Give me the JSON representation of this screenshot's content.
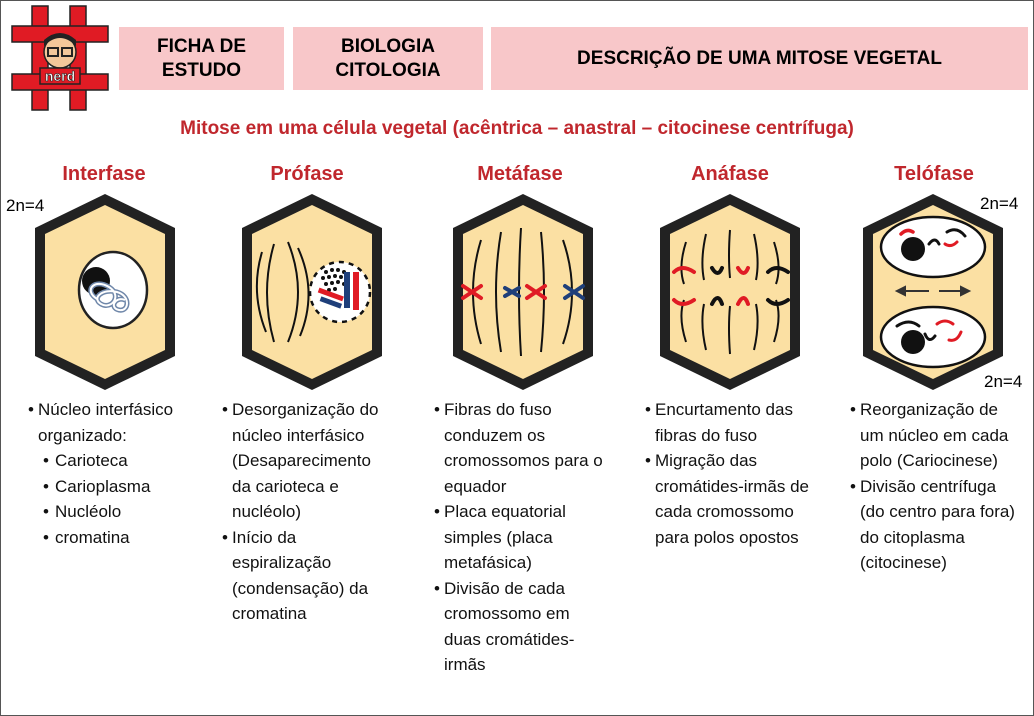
{
  "header": {
    "box1": [
      "FICHA DE",
      "ESTUDO"
    ],
    "box2": [
      "BIOLOGIA",
      "CITOLOGIA"
    ],
    "box3": "DESCRIÇÃO DE UMA MITOSE VEGETAL"
  },
  "logo": {
    "text": "nerd"
  },
  "subtitle": "Mitose em uma célula vegetal (acêntrica – anastral – citocinese centrífuga)",
  "ploidy": {
    "interfase": "2n=4",
    "telofase_top": "2n=4",
    "telofase_bottom": "2n=4"
  },
  "colors": {
    "accent": "#c0272d",
    "header_bg": "#f8c7c9",
    "cell_fill": "#fbe0a3",
    "chromosome_red": "#e01b24",
    "chromosome_blue": "#1f3f7a"
  },
  "phases": [
    {
      "title": "Interfase",
      "items": [
        "Núcleo interfásico organizado:"
      ],
      "subitems": [
        "Carioteca",
        "Carioplasma",
        "Nucléolo",
        "cromatina"
      ]
    },
    {
      "title": "Prófase",
      "items": [
        "Desorganização do núcleo interfásico (Desaparecimento da carioteca e nucléolo)",
        "Início da espiralização (condensação) da cromatina"
      ]
    },
    {
      "title": "Metáfase",
      "items": [
        "Fibras do fuso conduzem os cromossomos para o equador",
        "Placa equatorial simples (placa metafásica)",
        "Divisão de cada cromossomo em duas cromátides-irmãs"
      ]
    },
    {
      "title": "Anáfase",
      "items": [
        "Encurtamento das fibras do fuso",
        "Migração das cromátides-irmãs de cada cromossomo para polos opostos"
      ]
    },
    {
      "title": "Telófase",
      "items": [
        "Reorganização de um núcleo em cada polo (Cariocinese)",
        "Divisão centrífuga (do centro para fora) do citoplasma (citocinese)"
      ]
    }
  ]
}
